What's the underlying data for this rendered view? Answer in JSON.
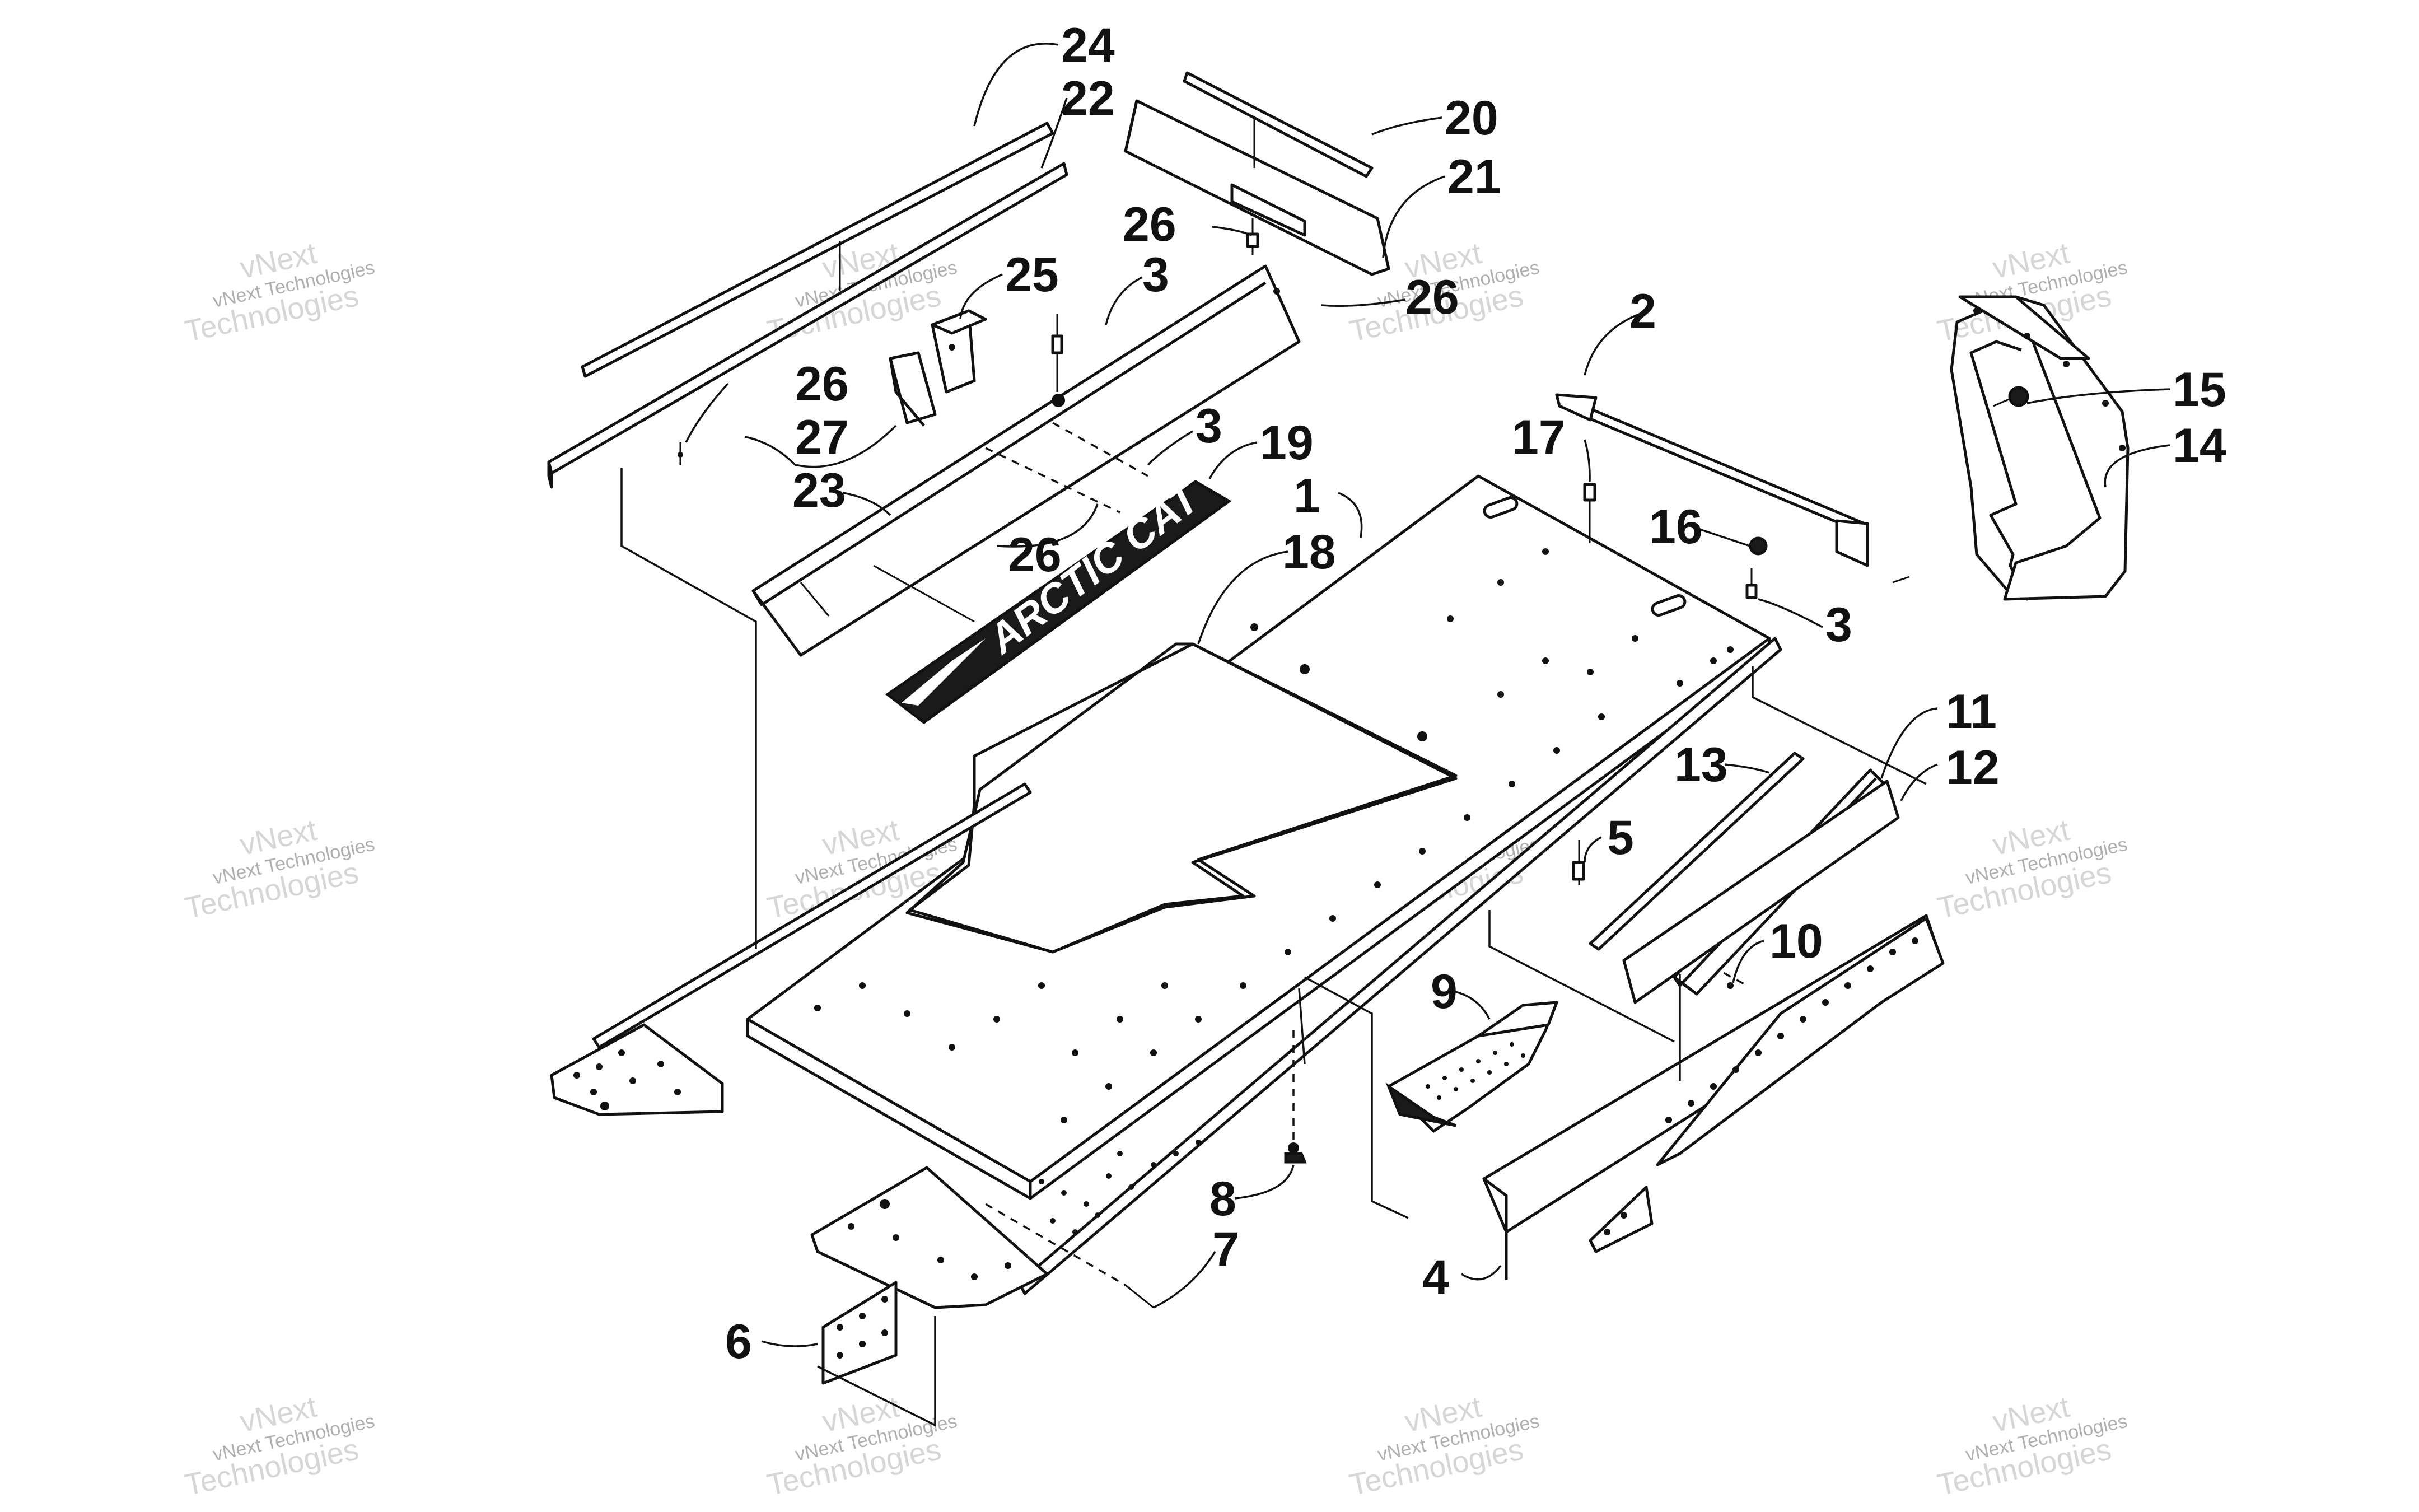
{
  "diagram": {
    "callouts": [
      "24",
      "22",
      "20",
      "21",
      "26",
      "3",
      "25",
      "26",
      "2",
      "15",
      "14",
      "26",
      "27",
      "3",
      "17",
      "19",
      "23",
      "1",
      "16",
      "18",
      "26",
      "3",
      "11",
      "13",
      "12",
      "5",
      "10",
      "9",
      "8",
      "7",
      "4",
      "6"
    ],
    "decal_text": "ARCTIC CAT",
    "watermark": {
      "line1": "vNext Technologies",
      "line2": "vNext",
      "line3": "Technologies"
    }
  }
}
